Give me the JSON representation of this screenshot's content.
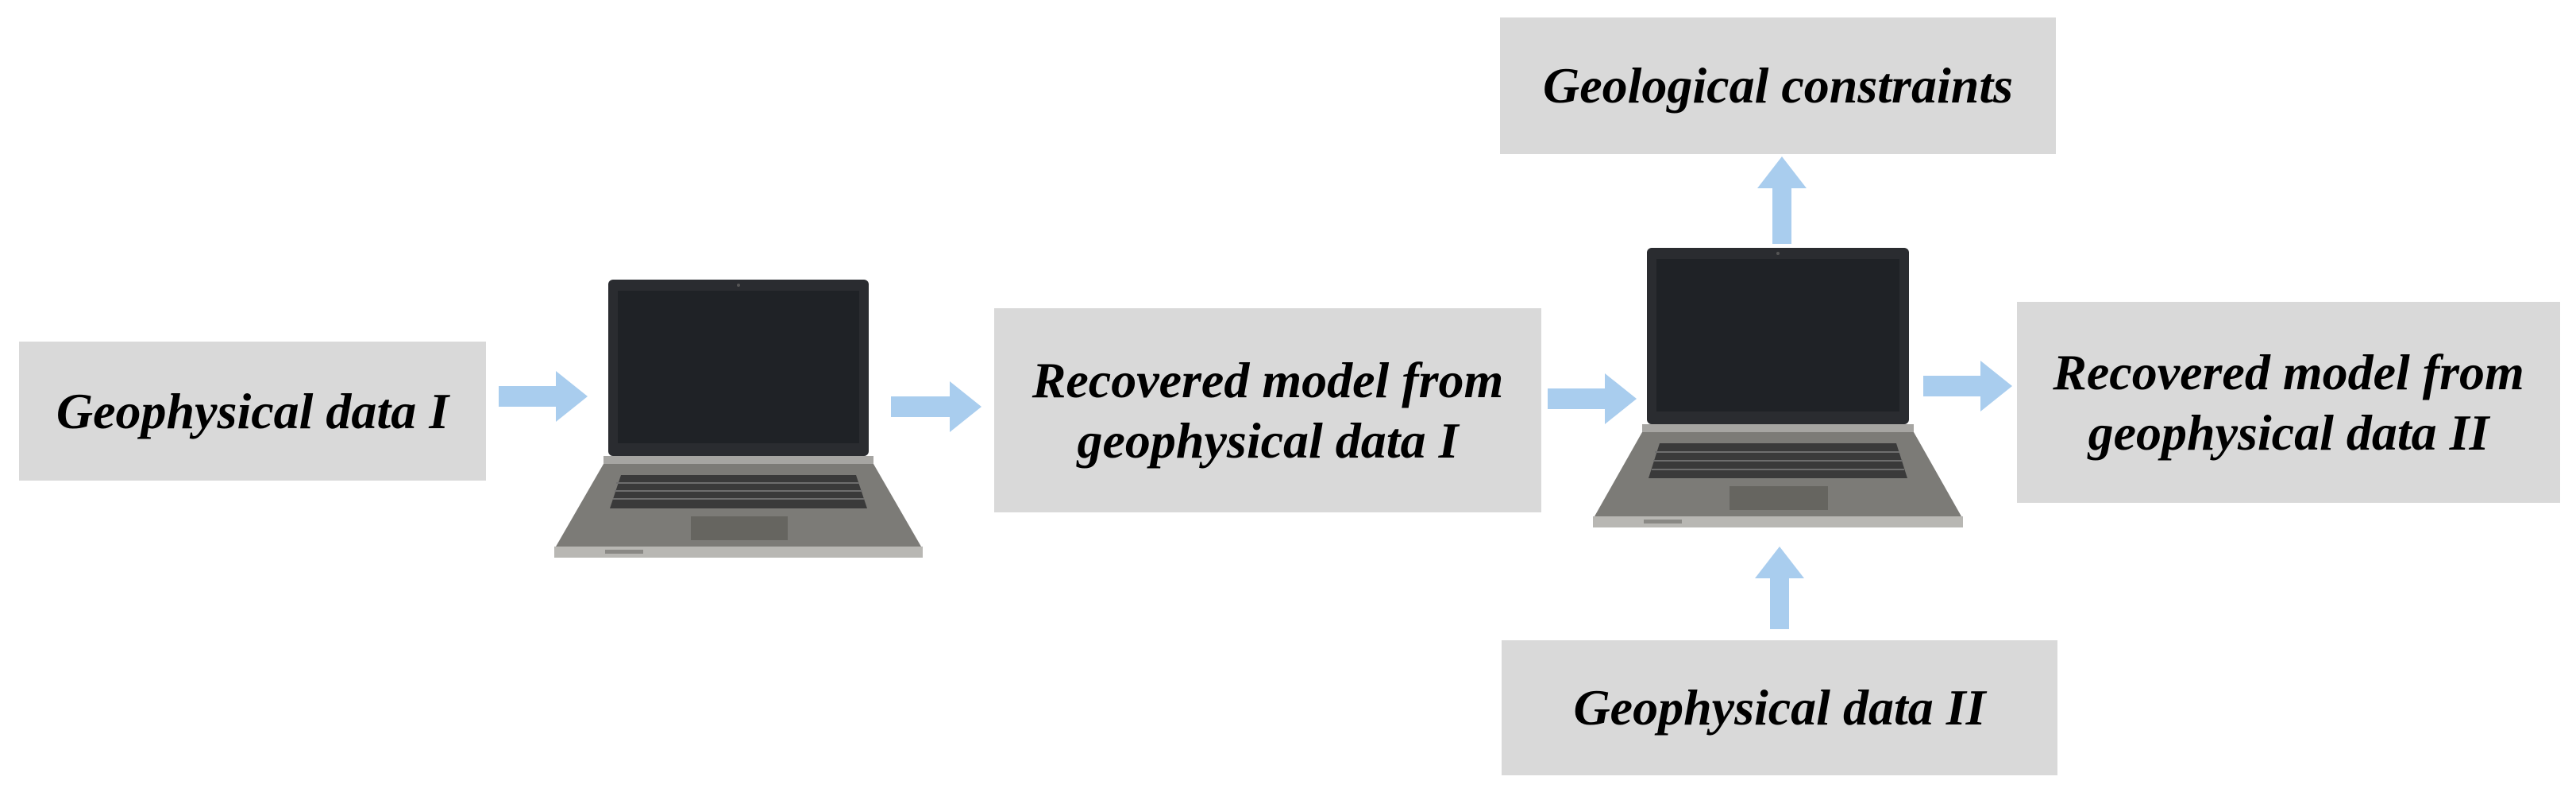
{
  "boxes": {
    "geophysical_data_1": "Geophysical data I",
    "recovered_model_1": "Recovered model from\ngeophysical data I",
    "geological_constraints": "Geological constraints",
    "recovered_model_2": "Recovered model from\ngeophysical data II",
    "geophysical_data_2": "Geophysical data II"
  },
  "colors": {
    "box_fill": "#d9d9d9",
    "arrow": "#a9cdee",
    "laptop_body": "#7c7b77",
    "screen": "#1f2226"
  },
  "icons": {
    "laptop_1": "laptop-icon",
    "laptop_2": "laptop-icon"
  }
}
